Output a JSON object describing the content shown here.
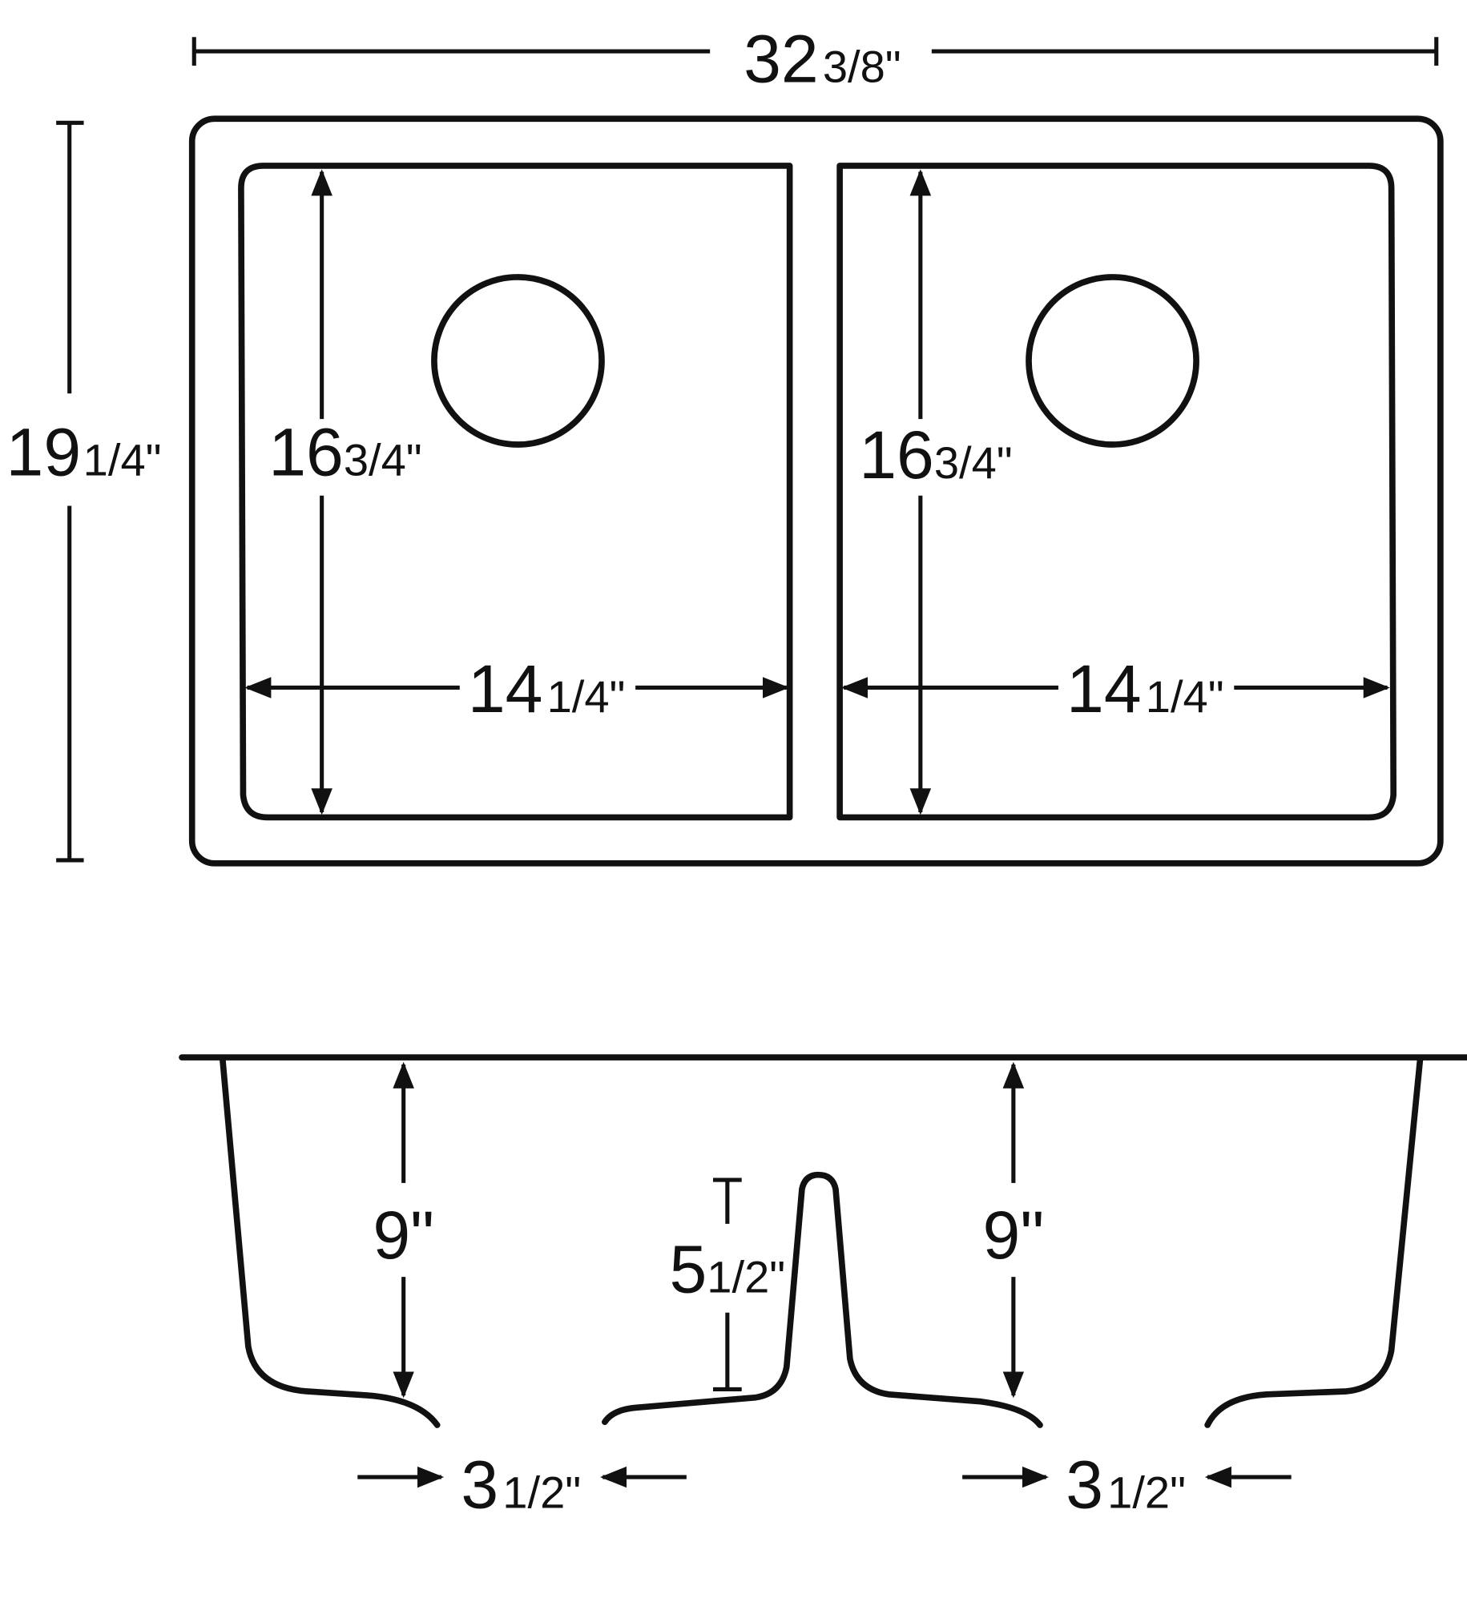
{
  "top_view": {
    "overall_width": {
      "whole": "32",
      "fraction": "3/8\""
    },
    "overall_depth": {
      "whole": "19",
      "fraction": "1/4\""
    },
    "bowls": [
      {
        "depth": {
          "whole": "16",
          "fraction": "3/4\""
        },
        "width": {
          "whole": "14",
          "fraction": "1/4\""
        }
      },
      {
        "depth": {
          "whole": "16",
          "fraction": "3/4\""
        },
        "width": {
          "whole": "14",
          "fraction": "1/4\""
        }
      }
    ]
  },
  "side_view": {
    "bowl_depths": [
      "9\"",
      "9\""
    ],
    "divider_height": {
      "whole": "5",
      "fraction": "1/2\""
    },
    "drain_offsets": [
      {
        "whole": "3",
        "fraction": "1/2\""
      },
      {
        "whole": "3",
        "fraction": "1/2\""
      }
    ]
  },
  "colors": {
    "line": "#111111",
    "background": "#ffffff"
  }
}
